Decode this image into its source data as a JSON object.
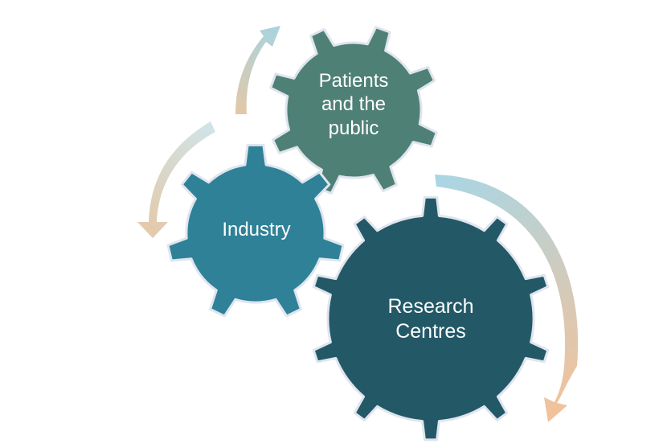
{
  "diagram": {
    "gears": [
      {
        "id": "patients",
        "label_lines": [
          "Patients",
          "and the",
          "public"
        ],
        "fill": "#4f8075"
      },
      {
        "id": "industry",
        "label_lines": [
          "Industry"
        ],
        "fill": "#2e8197"
      },
      {
        "id": "research",
        "label_lines": [
          "Research",
          "Centres"
        ],
        "fill": "#235867"
      }
    ],
    "colors": {
      "gear_outline": "#dfe5ee",
      "arrow_gradient_start": "#a9d6e5",
      "arrow_gradient_end": "#f2c29a",
      "background": "#ffffff"
    }
  }
}
